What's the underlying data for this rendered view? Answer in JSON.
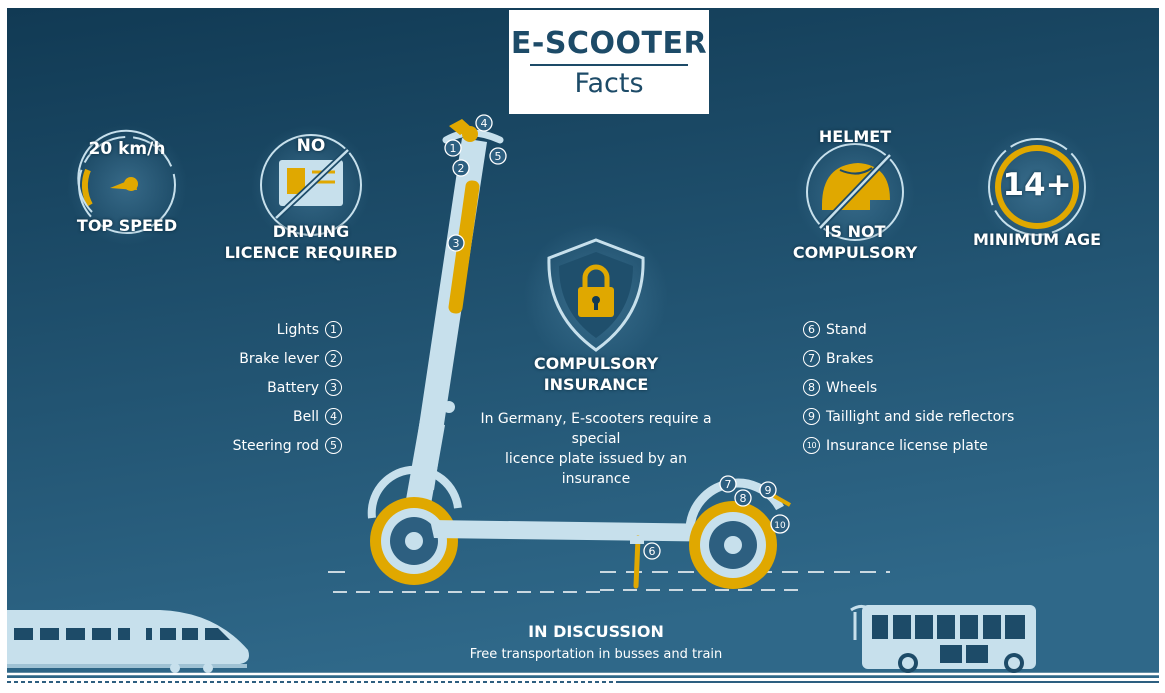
{
  "title": {
    "main": "E-SCOOTER",
    "sub": "Facts"
  },
  "facts": {
    "top_speed_value": "20 km/h",
    "top_speed_label": "TOP SPEED",
    "licence_top": "NO",
    "licence_line1": "DRIVING",
    "licence_line2": "LICENCE REQUIRED",
    "helmet_top": "HELMET",
    "helmet_line1": "IS NOT",
    "helmet_line2": "COMPULSORY",
    "age_value": "14+",
    "age_label": "MINIMUM AGE"
  },
  "insurance": {
    "line1": "COMPULSORY",
    "line2": "INSURANCE",
    "desc1": "In Germany, E-scooters require a special",
    "desc2": "licence plate issued by an insurance"
  },
  "parts_left": [
    {
      "label": "Lights",
      "num": "1"
    },
    {
      "label": "Brake lever",
      "num": "2"
    },
    {
      "label": "Battery",
      "num": "3"
    },
    {
      "label": "Bell",
      "num": "4"
    },
    {
      "label": "Steering rod",
      "num": "5"
    }
  ],
  "parts_right": [
    {
      "label": "Stand",
      "num": "6"
    },
    {
      "label": "Brakes",
      "num": "7"
    },
    {
      "label": "Wheels",
      "num": "8"
    },
    {
      "label": "Taillight and side reflectors",
      "num": "9"
    },
    {
      "label": "Insurance license plate",
      "num": "10"
    }
  ],
  "discussion": {
    "title": "IN DISCUSSION",
    "desc": "Free transportation in busses and train"
  },
  "colors": {
    "bg_top": "#123d57",
    "bg_bottom": "#2d6486",
    "accent": "#e0a800",
    "light": "#c7e0ec",
    "title_text": "#1d4b68"
  }
}
